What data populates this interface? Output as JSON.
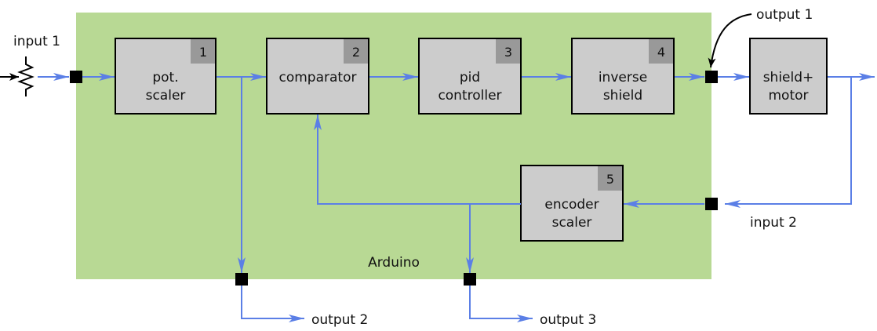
{
  "title": "Arduino PID motor control block diagram",
  "colors": {
    "arduino_bg": "#b8d994",
    "block_fill": "#cccccc",
    "block_badge": "#999999",
    "signal_line": "#5b7fe6",
    "port": "#000000"
  },
  "container": {
    "label": "Arduino"
  },
  "blocks": [
    {
      "id": 1,
      "lines": [
        "pot.",
        "scaler"
      ]
    },
    {
      "id": 2,
      "lines": [
        "comparator"
      ]
    },
    {
      "id": 3,
      "lines": [
        "pid",
        "controller"
      ]
    },
    {
      "id": 4,
      "lines": [
        "inverse",
        "shield"
      ]
    },
    {
      "id": 5,
      "lines": [
        "encoder",
        "scaler"
      ]
    }
  ],
  "external_block": {
    "lines": [
      "shield+",
      "motor"
    ]
  },
  "io_labels": {
    "input1": "input 1",
    "input2": "input 2",
    "output1": "output 1",
    "output2": "output 2",
    "output3": "output 3"
  },
  "icons": {
    "potentiometer": "potentiometer-icon"
  }
}
